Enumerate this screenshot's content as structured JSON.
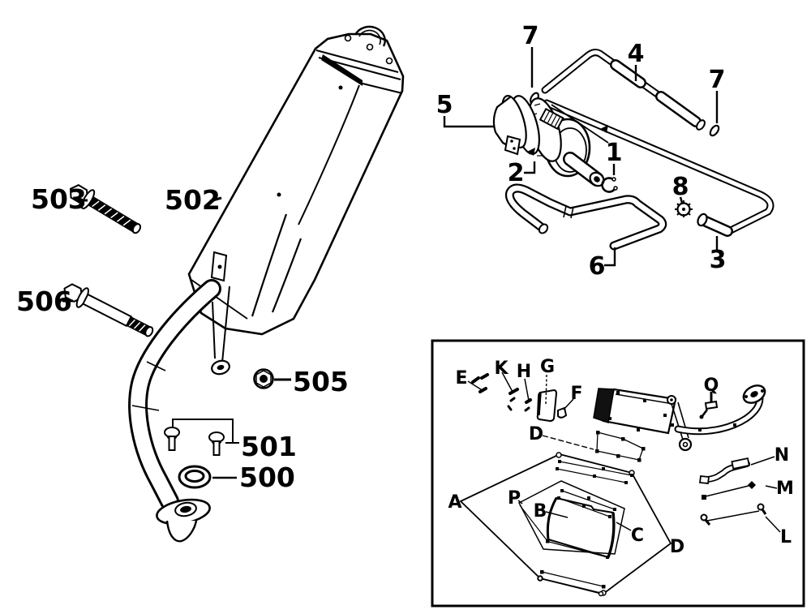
{
  "figure": {
    "background_color": "#ffffff",
    "line_color": "#000000"
  },
  "callouts": {
    "muffler": [
      "503",
      "502",
      "506",
      "505",
      "501",
      "500"
    ],
    "air": [
      "7",
      "4",
      "7",
      "5",
      "1",
      "2",
      "8",
      "6",
      "3"
    ],
    "inset": [
      "E",
      "K",
      "H",
      "G",
      "F",
      "Q",
      "D",
      "N",
      "M",
      "A",
      "P",
      "B",
      "C",
      "D",
      "L"
    ]
  }
}
